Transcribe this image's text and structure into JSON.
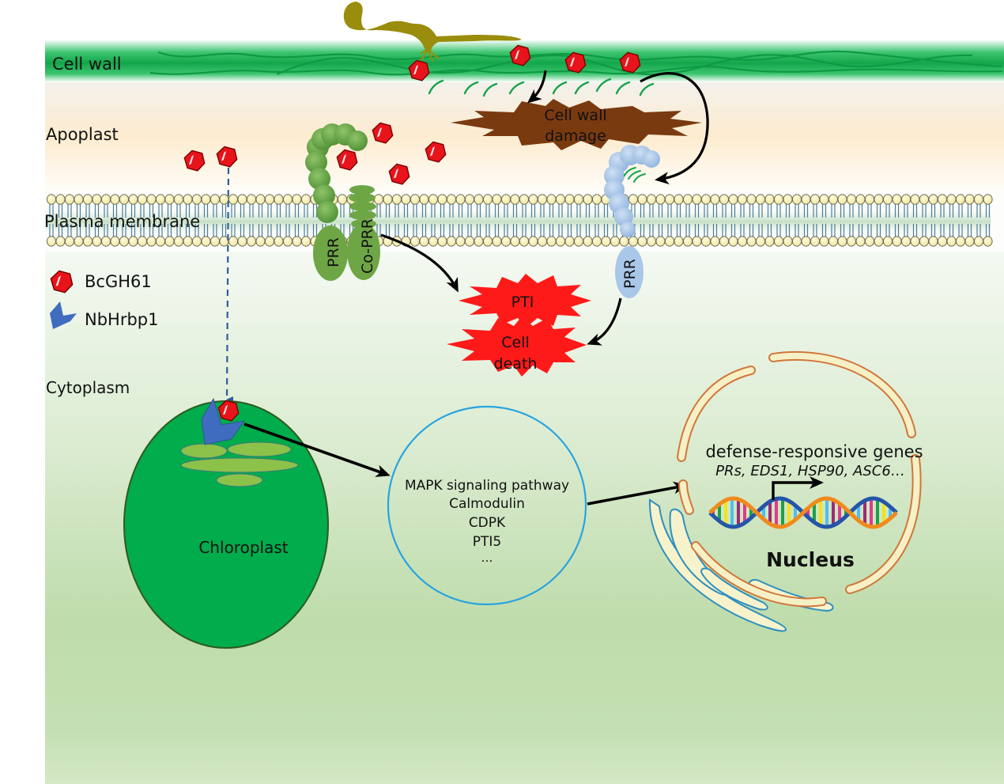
{
  "regions": {
    "cell_wall": "Cell wall",
    "apoplast": "Apoplast",
    "plasma_membrane": "Plasma membrane",
    "cytoplasm": "Cytoplasm"
  },
  "legend": [
    {
      "icon": "red-hexagon",
      "label": "BcGH61"
    },
    {
      "icon": "blue-chevron",
      "label": "NbHrbp1"
    }
  ],
  "nodes": {
    "cell_wall_damage": [
      "Cell wall",
      "damage"
    ],
    "prr_left": "PRR",
    "co_prr": "Co-PRR",
    "prr_right": "PRR",
    "pti": "PTI",
    "cell_death": [
      "Cell",
      "death"
    ],
    "chloroplast": "Chloroplast",
    "nucleus": "Nucleus"
  },
  "signaling": {
    "items": [
      "MAPK signaling pathway",
      "Calmodulin",
      "CDPK",
      "PTI5",
      "…"
    ]
  },
  "genes": {
    "title": "defense-responsive genes",
    "list": "PRs, EDS1, HSP90, ASC6…"
  },
  "colors": {
    "cell_wall": "#1aab4f",
    "effector": "#e8141b",
    "nbhrbp1": "#3f6cbf",
    "damage": "#7a3a10",
    "pti": "#ff1a1a",
    "prr_green": "#6ea646",
    "prr_blue": "#a9c7e8",
    "chloroplast": "#00ac4c",
    "signaling_circle": "#27a4df",
    "nuclear_envelope": "#d2763a",
    "er": "#2e8fbf",
    "fungus": "#9a8c0c"
  }
}
